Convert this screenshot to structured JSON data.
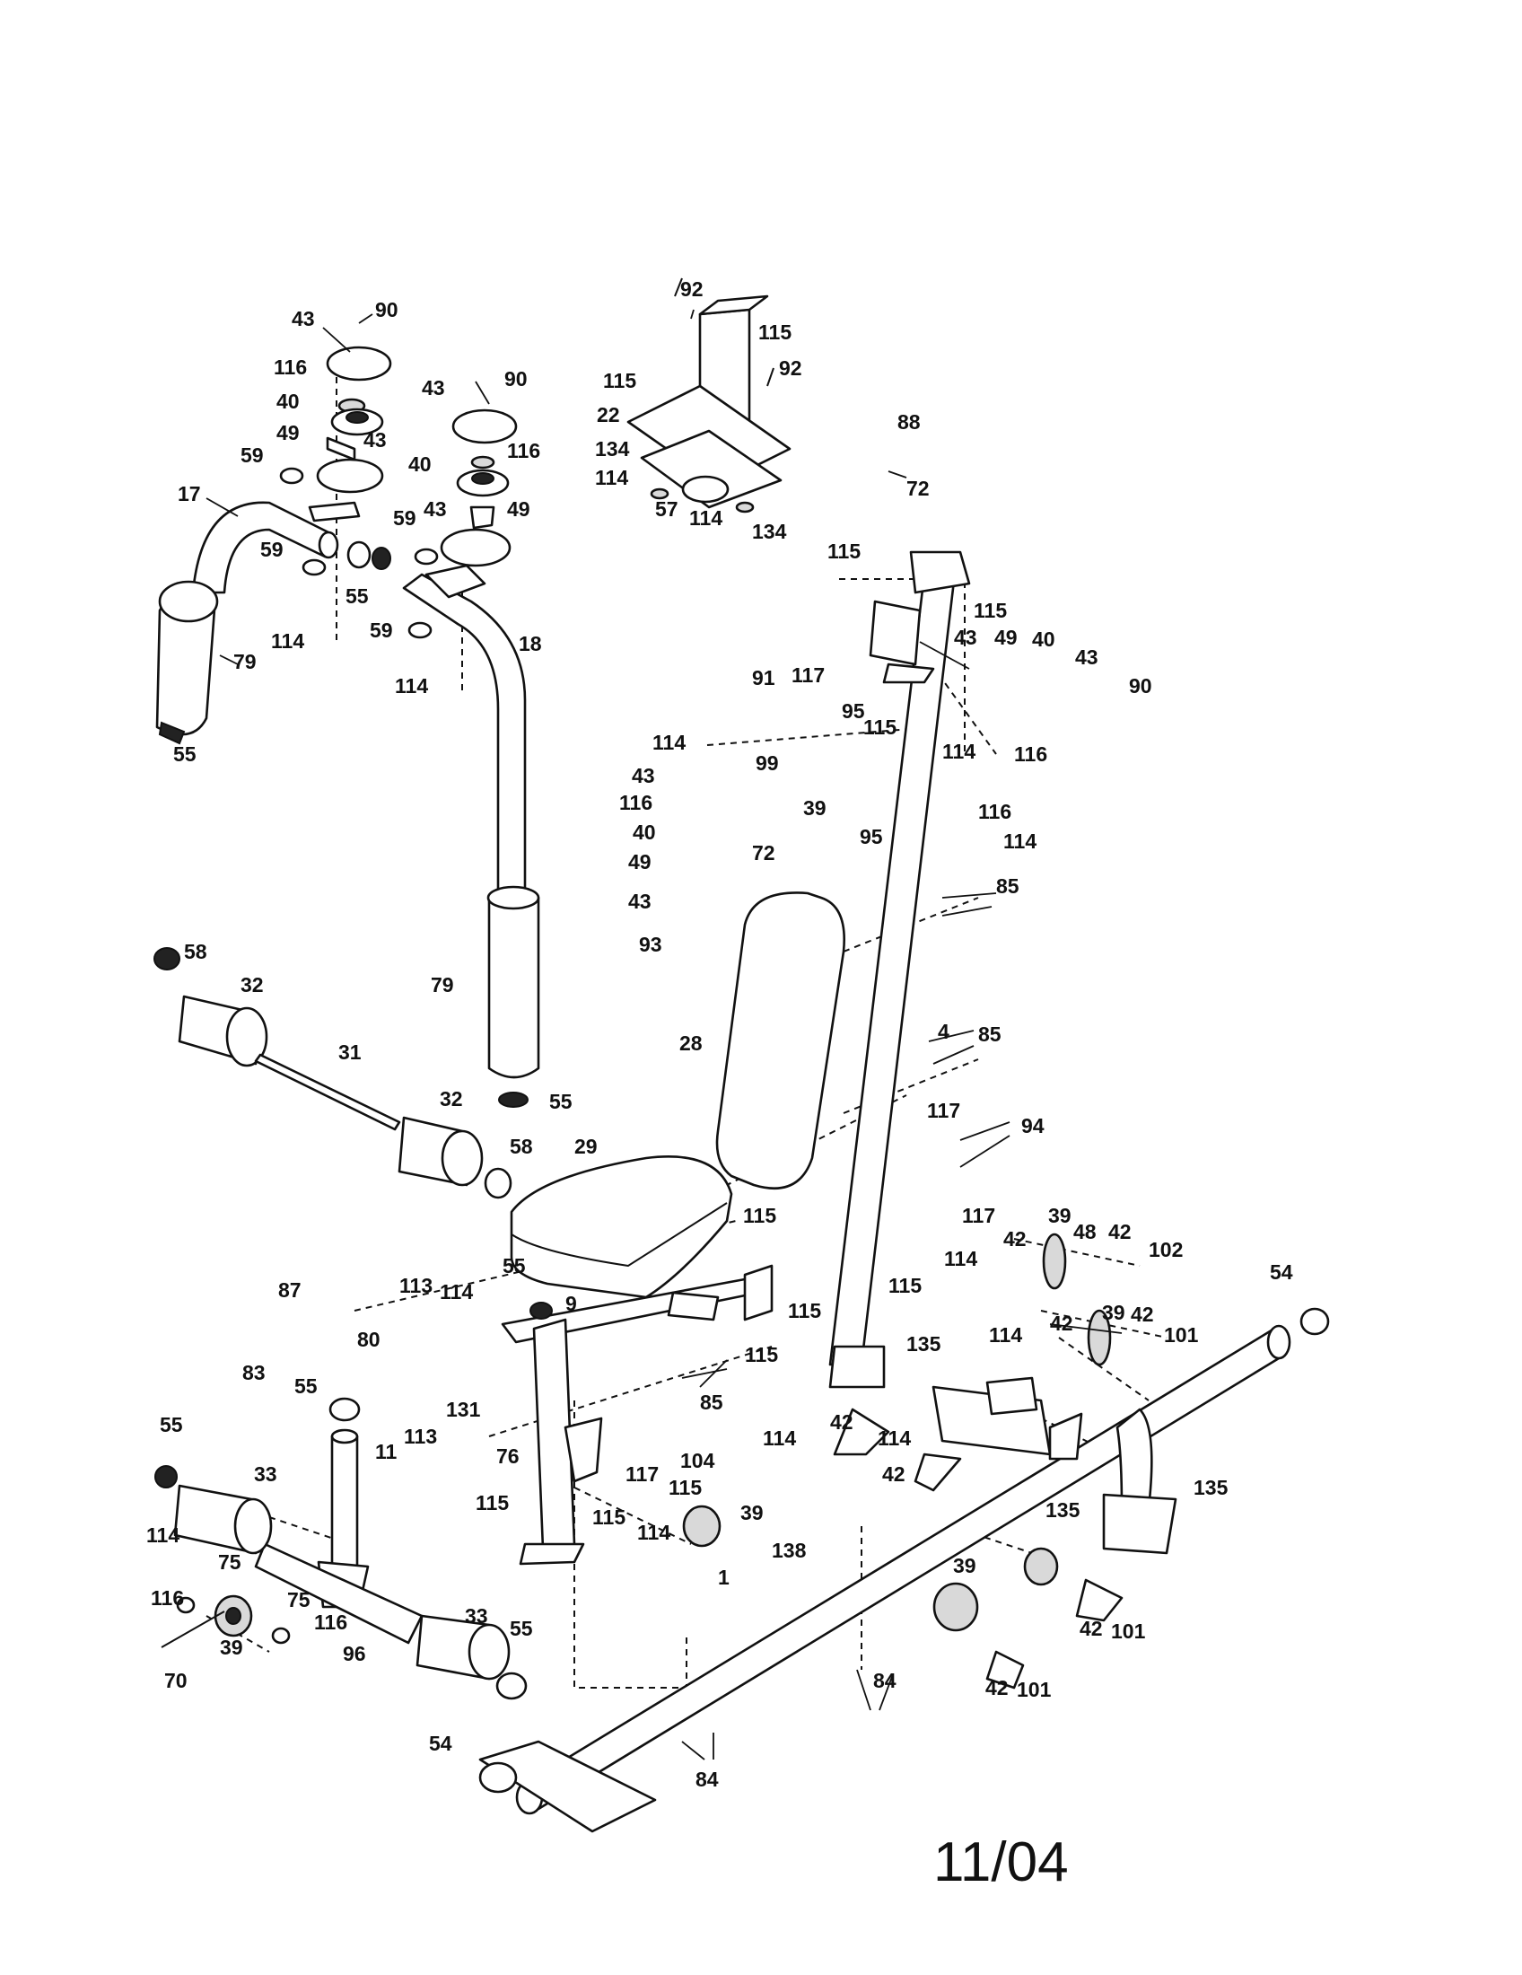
{
  "page_number": "11/04",
  "callouts": [
    {
      "id": "c1",
      "text": "43"
    },
    {
      "id": "c2",
      "text": "90"
    },
    {
      "id": "c3",
      "text": "116"
    },
    {
      "id": "c4",
      "text": "40"
    },
    {
      "id": "c5",
      "text": "49"
    },
    {
      "id": "c6",
      "text": "43"
    },
    {
      "id": "c7",
      "text": "59"
    },
    {
      "id": "c8",
      "text": "17"
    },
    {
      "id": "c9",
      "text": "59"
    },
    {
      "id": "c10",
      "text": "55"
    },
    {
      "id": "c11",
      "text": "114"
    },
    {
      "id": "c12",
      "text": "79"
    },
    {
      "id": "c13",
      "text": "55"
    },
    {
      "id": "c14",
      "text": "43"
    },
    {
      "id": "c15",
      "text": "90"
    },
    {
      "id": "c16",
      "text": "40"
    },
    {
      "id": "c17",
      "text": "116"
    },
    {
      "id": "c18",
      "text": "59"
    },
    {
      "id": "c19",
      "text": "43"
    },
    {
      "id": "c20",
      "text": "49"
    },
    {
      "id": "c21",
      "text": "59"
    },
    {
      "id": "c22",
      "text": "18"
    },
    {
      "id": "c23",
      "text": "114"
    },
    {
      "id": "c24",
      "text": "92"
    },
    {
      "id": "c25",
      "text": "115"
    },
    {
      "id": "c26",
      "text": "115"
    },
    {
      "id": "c27",
      "text": "92"
    },
    {
      "id": "c28",
      "text": "22"
    },
    {
      "id": "c29",
      "text": "134"
    },
    {
      "id": "c30",
      "text": "114"
    },
    {
      "id": "c31",
      "text": "57"
    },
    {
      "id": "c32",
      "text": "114"
    },
    {
      "id": "c33",
      "text": "134"
    },
    {
      "id": "c34",
      "text": "88"
    },
    {
      "id": "c35",
      "text": "72"
    },
    {
      "id": "c36",
      "text": "115"
    },
    {
      "id": "c37",
      "text": "115"
    },
    {
      "id": "c38",
      "text": "91"
    },
    {
      "id": "c39",
      "text": "117"
    },
    {
      "id": "c40",
      "text": "115"
    },
    {
      "id": "c41",
      "text": "43"
    },
    {
      "id": "c42",
      "text": "49"
    },
    {
      "id": "c43",
      "text": "40"
    },
    {
      "id": "c44",
      "text": "43"
    },
    {
      "id": "c45",
      "text": "90"
    },
    {
      "id": "c46",
      "text": "116"
    },
    {
      "id": "c47",
      "text": "114"
    },
    {
      "id": "c48",
      "text": "95"
    },
    {
      "id": "c49",
      "text": "99"
    },
    {
      "id": "c50",
      "text": "43"
    },
    {
      "id": "c51",
      "text": "39"
    },
    {
      "id": "c52",
      "text": "116"
    },
    {
      "id": "c53",
      "text": "40"
    },
    {
      "id": "c54",
      "text": "72"
    },
    {
      "id": "c55",
      "text": "95"
    },
    {
      "id": "c56",
      "text": "114"
    },
    {
      "id": "c57",
      "text": "116"
    },
    {
      "id": "c58",
      "text": "114"
    },
    {
      "id": "c59",
      "text": "49"
    },
    {
      "id": "c60",
      "text": "43"
    },
    {
      "id": "c61",
      "text": "85"
    },
    {
      "id": "c62",
      "text": "93"
    },
    {
      "id": "c63",
      "text": "58"
    },
    {
      "id": "c64",
      "text": "32"
    },
    {
      "id": "c65",
      "text": "79"
    },
    {
      "id": "c66",
      "text": "4"
    },
    {
      "id": "c67",
      "text": "28"
    },
    {
      "id": "c68",
      "text": "31"
    },
    {
      "id": "c69",
      "text": "85"
    },
    {
      "id": "c70",
      "text": "32"
    },
    {
      "id": "c71",
      "text": "55"
    },
    {
      "id": "c72",
      "text": "117"
    },
    {
      "id": "c73",
      "text": "94"
    },
    {
      "id": "c74",
      "text": "58"
    },
    {
      "id": "c75",
      "text": "29"
    },
    {
      "id": "c76",
      "text": "117"
    },
    {
      "id": "c77",
      "text": "115"
    },
    {
      "id": "c78",
      "text": "39"
    },
    {
      "id": "c79",
      "text": "48"
    },
    {
      "id": "c80",
      "text": "42"
    },
    {
      "id": "c81",
      "text": "42"
    },
    {
      "id": "c82",
      "text": "114"
    },
    {
      "id": "c83",
      "text": "102"
    },
    {
      "id": "c84",
      "text": "54"
    },
    {
      "id": "c85",
      "text": "87"
    },
    {
      "id": "c86",
      "text": "113"
    },
    {
      "id": "c87",
      "text": "114"
    },
    {
      "id": "c88",
      "text": "55"
    },
    {
      "id": "c89",
      "text": "9"
    },
    {
      "id": "c90",
      "text": "115"
    },
    {
      "id": "c91",
      "text": "115"
    },
    {
      "id": "c92",
      "text": "80"
    },
    {
      "id": "c93",
      "text": "115"
    },
    {
      "id": "c94",
      "text": "42"
    },
    {
      "id": "c95",
      "text": "39"
    },
    {
      "id": "c96",
      "text": "42"
    },
    {
      "id": "c97",
      "text": "101"
    },
    {
      "id": "c98",
      "text": "114"
    },
    {
      "id": "c99",
      "text": "135"
    },
    {
      "id": "c100",
      "text": "83"
    },
    {
      "id": "c101",
      "text": "55"
    },
    {
      "id": "c102",
      "text": "85"
    },
    {
      "id": "c103",
      "text": "131"
    },
    {
      "id": "c104",
      "text": "113"
    },
    {
      "id": "c105",
      "text": "11"
    },
    {
      "id": "c106",
      "text": "76"
    },
    {
      "id": "c107",
      "text": "104"
    },
    {
      "id": "c108",
      "text": "114"
    },
    {
      "id": "c109",
      "text": "42"
    },
    {
      "id": "c110",
      "text": "114"
    },
    {
      "id": "c111",
      "text": "42"
    },
    {
      "id": "c112",
      "text": "55"
    },
    {
      "id": "c113",
      "text": "33"
    },
    {
      "id": "c114",
      "text": "117"
    },
    {
      "id": "c115",
      "text": "115"
    },
    {
      "id": "c116",
      "text": "115"
    },
    {
      "id": "c117",
      "text": "115"
    },
    {
      "id": "c118",
      "text": "114"
    },
    {
      "id": "c119",
      "text": "39"
    },
    {
      "id": "c120",
      "text": "135"
    },
    {
      "id": "c121",
      "text": "135"
    },
    {
      "id": "c122",
      "text": "138"
    },
    {
      "id": "c123",
      "text": "114"
    },
    {
      "id": "c124",
      "text": "75"
    },
    {
      "id": "c125",
      "text": "116"
    },
    {
      "id": "c126",
      "text": "75"
    },
    {
      "id": "c127",
      "text": "1"
    },
    {
      "id": "c128",
      "text": "39"
    },
    {
      "id": "c129",
      "text": "116"
    },
    {
      "id": "c130",
      "text": "39"
    },
    {
      "id": "c131",
      "text": "33"
    },
    {
      "id": "c132",
      "text": "96"
    },
    {
      "id": "c133",
      "text": "70"
    },
    {
      "id": "c134",
      "text": "55"
    },
    {
      "id": "c135",
      "text": "84"
    },
    {
      "id": "c136",
      "text": "42"
    },
    {
      "id": "c137",
      "text": "101"
    },
    {
      "id": "c138",
      "text": "42"
    },
    {
      "id": "c139",
      "text": "101"
    },
    {
      "id": "c140",
      "text": "54"
    },
    {
      "id": "c141",
      "text": "84"
    }
  ]
}
